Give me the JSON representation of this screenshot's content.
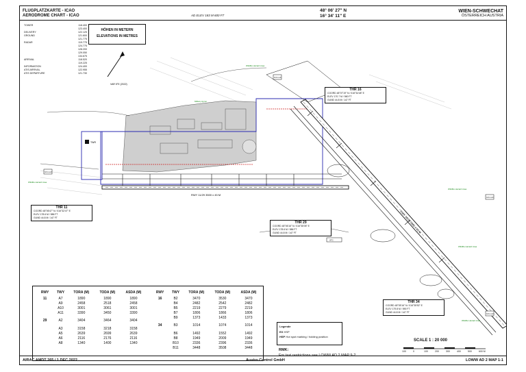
{
  "header": {
    "title_de": "FLUGPLATZKARTE - ICAO",
    "title_en": "AERODROME CHART - ICAO",
    "elevation": "AD ELEV 183 M 600 FT",
    "lat": "48° 06' 27\" N",
    "lon": "16° 34' 11\" E",
    "airport": "WIEN-SCHWECHAT",
    "country": "ÖSTERREICH  AUSTRIA"
  },
  "elevation_note": {
    "line1": "HÖHEN IN METERN",
    "line2": "ELEVATIONS IN METRES"
  },
  "frequencies": [
    {
      "service": "TOWER",
      "freq": "118.400"
    },
    {
      "service": "",
      "freq": "123.400"
    },
    {
      "service": "DELIVERY",
      "freq": "122.125"
    },
    {
      "service": "GROUND",
      "freq": "121.600"
    },
    {
      "service": "",
      "freq": "121.775"
    },
    {
      "service": "RADAR",
      "freq": "119.775"
    },
    {
      "service": "",
      "freq": "124.775"
    },
    {
      "service": "",
      "freq": "128.200"
    },
    {
      "service": "",
      "freq": "129.050"
    },
    {
      "service": "",
      "freq": "134.675"
    },
    {
      "service": "ARRIVAL",
      "freq": "118.520"
    },
    {
      "service": "",
      "freq": "119.225"
    },
    {
      "service": "INFORMATION",
      "freq": "124.400"
    },
    {
      "service": "ATIS ARRIVAL",
      "freq": "122.955"
    },
    {
      "service": "ATIS DEPARTURE",
      "freq": "121.730"
    }
  ],
  "thresholds": [
    {
      "name": "THR 16",
      "coord": "COORD 48°07'19\" N / 016°34'48\" E",
      "elev": "ELEV 170.7 M / 560 FT",
      "gund": "GUND 44.8 M / 147 FT"
    },
    {
      "name": "THR 11",
      "coord": "COORD 48°06'47\" N / 016°32'47\" E",
      "elev": "ELEV 178.6 M / 586 FT",
      "gund": "GUND 44.8 M / 147 FT"
    },
    {
      "name": "THR 29",
      "coord": "COORD 48°06'16\" N / 016°35'05\" E",
      "elev": "ELEV 178.6 M / 586 FT",
      "gund": "GUND 44.8 M / 147 FT"
    },
    {
      "name": "THR 34",
      "coord": "COORD 48°05'16\" N / 016°35'52\" E",
      "elev": "ELEV 179.8 M / 590 FT",
      "gund": "GUND 44.8 M / 147 FT"
    }
  ],
  "runway_table": {
    "headers": [
      "RWY",
      "TWY",
      "TORA (M)",
      "TODA (M)",
      "ASDA (M)"
    ],
    "left": [
      {
        "rwy": "11",
        "rows": [
          [
            "A7",
            "1890",
            "1890",
            "1890"
          ],
          [
            "A9",
            "2458",
            "2518",
            "2458"
          ],
          [
            "A10",
            "3001",
            "3061",
            "3001"
          ],
          [
            "A11",
            "3390",
            "3450",
            "3390"
          ]
        ]
      },
      {
        "rwy": "29",
        "rows": [
          [
            "A2",
            "3404",
            "3464",
            "3404"
          ],
          [
            "A3",
            "3158",
            "3218",
            "3158"
          ],
          [
            "A5",
            "2639",
            "2699",
            "2639"
          ],
          [
            "A6",
            "2116",
            "2176",
            "2116"
          ],
          [
            "A8",
            "1340",
            "1400",
            "1340"
          ]
        ]
      }
    ],
    "right": [
      {
        "rwy": "16",
        "rows": [
          [
            "B2",
            "3470",
            "3530",
            "3470"
          ],
          [
            "B4",
            "2482",
            "2542",
            "2482"
          ],
          [
            "B5",
            "2219",
            "2279",
            "2219"
          ],
          [
            "B7",
            "1806",
            "1866",
            "1806"
          ],
          [
            "B9",
            "1373",
            "1433",
            "1373"
          ]
        ]
      },
      {
        "rwy": "34",
        "rows": [
          [
            "B3",
            "1014",
            "1074",
            "1014"
          ],
          [
            "B6",
            "1492",
            "1552",
            "1492"
          ],
          [
            "B8",
            "1949",
            "2009",
            "1949"
          ],
          [
            "B10",
            "2336",
            "2396",
            "2336"
          ],
          [
            "B11",
            "3448",
            "3508",
            "3448"
          ]
        ]
      }
    ]
  },
  "legend": {
    "title": "Legende",
    "ex": "EX",
    "ex_desc": "HSP",
    "hsp": "HSP",
    "hsp_desc": "Hot spot marking / holding position"
  },
  "remarks": {
    "label": "RMK:",
    "text": "For taxi restrictions see LOWW AD 2 MAP 9-2."
  },
  "scale": {
    "label": "SCALE  1 : 20 000",
    "ticks": [
      "100",
      "0",
      "100",
      "200",
      "300",
      "400",
      "500",
      "600 M"
    ]
  },
  "footer": {
    "left": "AIRAC AMDT 265 / 1 DEC 2022",
    "center": "Austro Control GmbH",
    "right": "LOWW AD 2 MAP 1-1"
  },
  "map_labels": {
    "rwy_11_29": "RWY 11/29  3500 x 45 M",
    "rwy_16_34": "RWY 16/34  3600 x 45 M",
    "twr": "TWR",
    "magvar": "VAR 5°E (2022)",
    "north": "N",
    "ils_llz": "ILS LLZ",
    "gp": "GP",
    "atc": "ATC",
    "hotspot": "HS",
    "hold1": "Wildlife Hazard Area",
    "mil": "Military Apron"
  },
  "colors": {
    "apron_box": "#2a2ab0",
    "green": "#1a8a1a",
    "red": "#cc2222"
  }
}
